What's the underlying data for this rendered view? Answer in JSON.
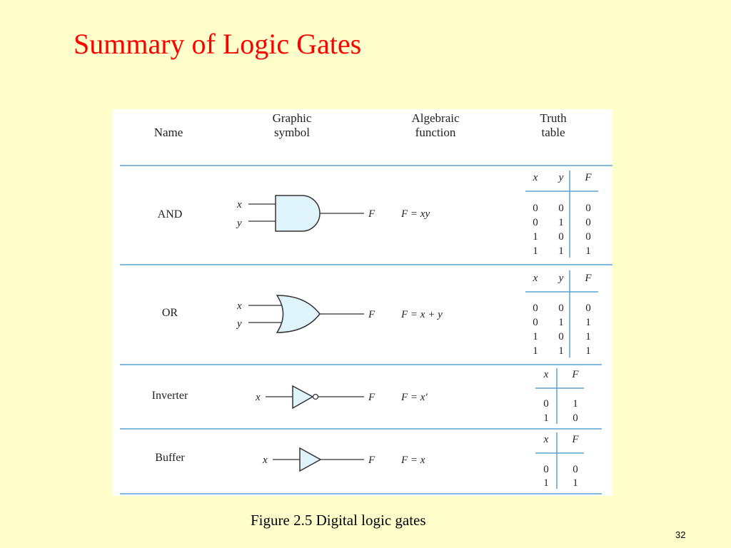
{
  "slide": {
    "title": "Summary of Logic Gates",
    "caption": "Figure 2.5 Digital logic gates",
    "page_number": "32"
  },
  "table": {
    "headers": {
      "name": "Name",
      "symbol_line1": "Graphic",
      "symbol_line2": "symbol",
      "function_line1": "Algebraic",
      "function_line2": "function",
      "truth_line1": "Truth",
      "truth_line2": "table"
    },
    "rows": [
      {
        "name": "AND",
        "inputs": [
          "x",
          "y"
        ],
        "output": "F",
        "function": "F = xy",
        "truth_headers": [
          "x",
          "y",
          "F"
        ],
        "truth_rows": [
          [
            "0",
            "0",
            "0"
          ],
          [
            "0",
            "1",
            "0"
          ],
          [
            "1",
            "0",
            "0"
          ],
          [
            "1",
            "1",
            "1"
          ]
        ]
      },
      {
        "name": "OR",
        "inputs": [
          "x",
          "y"
        ],
        "output": "F",
        "function": "F = x + y",
        "truth_headers": [
          "x",
          "y",
          "F"
        ],
        "truth_rows": [
          [
            "0",
            "0",
            "0"
          ],
          [
            "0",
            "1",
            "1"
          ],
          [
            "1",
            "0",
            "1"
          ],
          [
            "1",
            "1",
            "1"
          ]
        ]
      },
      {
        "name": "Inverter",
        "inputs": [
          "x"
        ],
        "output": "F",
        "function": "F = x′",
        "truth_headers": [
          "x",
          "F"
        ],
        "truth_rows": [
          [
            "0",
            "1"
          ],
          [
            "1",
            "0"
          ]
        ]
      },
      {
        "name": "Buffer",
        "inputs": [
          "x"
        ],
        "output": "F",
        "function": "F = x",
        "truth_headers": [
          "x",
          "F"
        ],
        "truth_rows": [
          [
            "0",
            "0"
          ],
          [
            "1",
            "1"
          ]
        ]
      }
    ]
  }
}
